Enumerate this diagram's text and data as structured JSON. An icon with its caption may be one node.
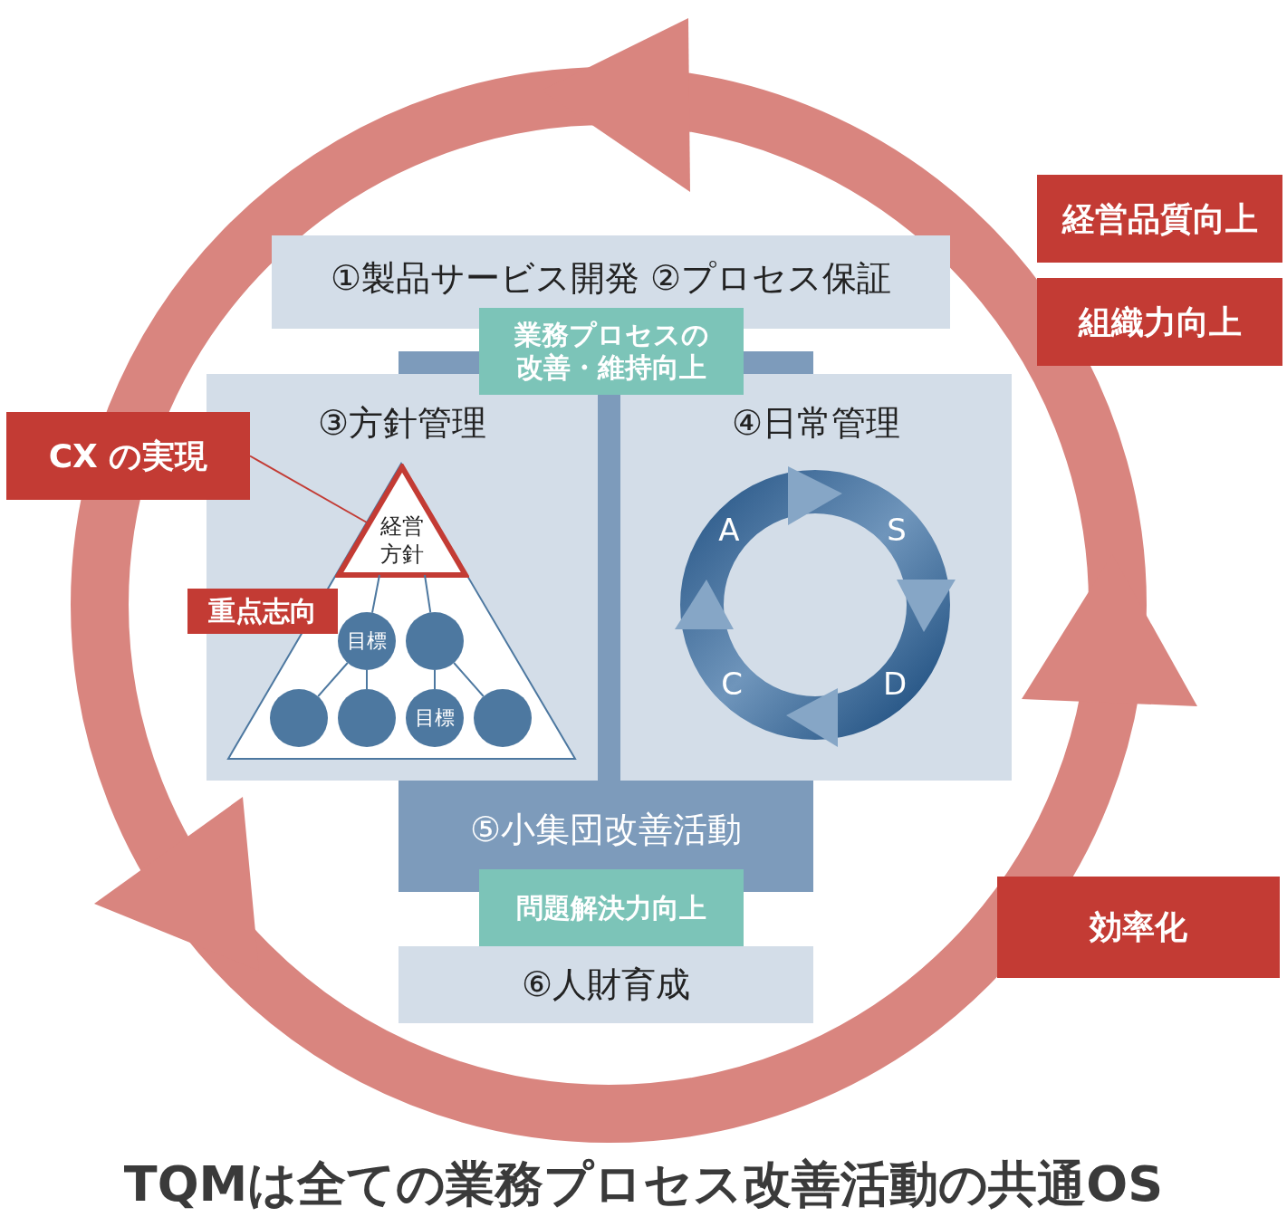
{
  "diagram": {
    "title": "TQMは全ての業務プロセス改善活動の共通OS",
    "nodes": [
      {
        "text": [
          "①製品サービス開発 ②プロセス保証"
        ]
      },
      {
        "text": [
          "業務プロセスの改善・維持向上"
        ]
      },
      {
        "text": [
          "経営品質向上"
        ]
      },
      {
        "text": [
          "組織力向上"
        ]
      },
      {
        "text": [
          "CX の実現"
        ]
      },
      {
        "text": [
          "③方針管理"
        ]
      },
      {
        "text": [
          "経営方針"
        ],
        "in": 5
      },
      {
        "text": [
          "重点志向"
        ],
        "in": 5
      },
      {
        "text": [
          "目標"
        ],
        "in": 5
      },
      {
        "text": [],
        "shape": "circle",
        "in": 5
      },
      {
        "text": [],
        "shape": "circle",
        "in": 5
      },
      {
        "text": [],
        "shape": "circle",
        "in": 5
      },
      {
        "text": [
          "目標"
        ],
        "in": 5
      },
      {
        "text": [],
        "shape": "circle",
        "in": 5
      },
      {
        "text": [
          "④日常管理"
        ]
      },
      {
        "text": [
          "⑤小集団改善活動"
        ]
      },
      {
        "text": [
          "問題解決力向上"
        ]
      },
      {
        "text": [
          "効率化"
        ]
      },
      {
        "text": [
          "⑥人財育成"
        ]
      }
    ],
    "edges": [
      {
        "from": 4,
        "to": 6,
        "arrow": "none",
        "color": "#c33b34"
      },
      {
        "from": 6,
        "to": 8,
        "arrow": "none"
      },
      {
        "from": 6,
        "to": 9,
        "arrow": "none"
      },
      {
        "from": 8,
        "to": 10,
        "arrow": "none"
      },
      {
        "from": 8,
        "to": 11,
        "arrow": "none"
      },
      {
        "from": 9,
        "to": 12,
        "arrow": "none"
      },
      {
        "from": 9,
        "to": 13,
        "arrow": "none"
      }
    ],
    "labels": [
      "A",
      "S",
      "C",
      "D"
    ]
  }
}
